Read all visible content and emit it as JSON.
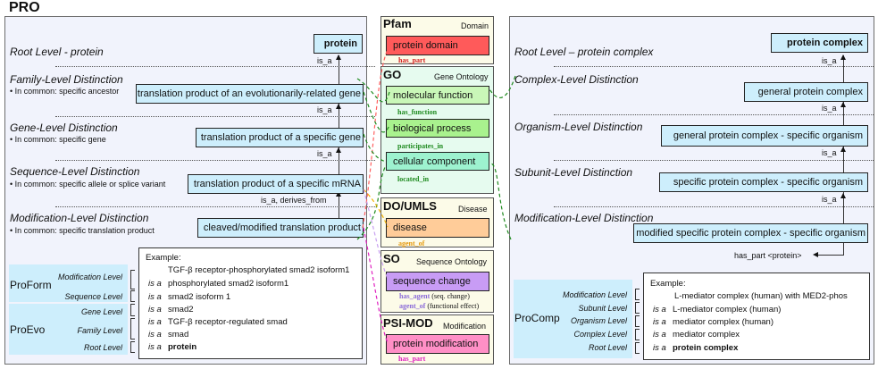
{
  "title": "PRO",
  "pro": {
    "levels": [
      {
        "title": "Root Level - protein",
        "sub": ""
      },
      {
        "title": "Family-Level Distinction",
        "sub": "• In common: specific ancestor"
      },
      {
        "title": "Gene-Level Distinction",
        "sub": "• In common: specific gene"
      },
      {
        "title": "Sequence-Level Distinction",
        "sub": "• In common: specific allele or splice variant"
      },
      {
        "title": "Modification-Level Distinction",
        "sub": "• In common: specific translation product"
      }
    ],
    "nodes": [
      "protein",
      "translation product of an evolutionarily-related gene",
      "translation product of a specific gene",
      "translation product of a specific mRNA",
      "cleaved/modified translation product"
    ],
    "relations": [
      "is_a",
      "is_a",
      "is_a",
      "is_a, derives_from"
    ],
    "bands": {
      "proform": "ProForm",
      "proevo": "ProEvo",
      "levels": [
        "Modification Level",
        "Sequence Level",
        "Gene Level",
        "Family Level",
        "Root Level"
      ]
    },
    "example": {
      "heading": "Example:",
      "isa": "is a",
      "lines": [
        "TGF-β receptor-phosphorylated smad2 isoform1",
        "phosphorylated smad2 isoform1",
        "smad2 isoform 1",
        "smad2",
        "TGF-β receptor-regulated smad",
        "smad",
        "protein"
      ]
    }
  },
  "external": {
    "pfam": {
      "title": "Pfam",
      "sub": "Domain",
      "node": "protein domain",
      "rel": "has_part",
      "color": "#ff5a5a"
    },
    "go": {
      "title": "GO",
      "sub": "Gene Ontology",
      "nodes": [
        "molecular function",
        "biological process",
        "cellular component"
      ],
      "rels": [
        "has_function",
        "participates_in",
        "located_in"
      ]
    },
    "do": {
      "title": "DO/UMLS",
      "sub": "Disease",
      "node": "disease",
      "rel": "agent_of",
      "color": "#ffcc99"
    },
    "so": {
      "title": "SO",
      "sub": "Sequence Ontology",
      "node": "sequence change",
      "rel1": "has_agent",
      "rel1_note": "(seq. change)",
      "rel2": "agent_of",
      "rel2_note": "(functional effect)",
      "color": "#c89cf5"
    },
    "psimod": {
      "title": "PSI-MOD",
      "sub": "Modification",
      "node": "protein modification",
      "rel": "has_part",
      "color": "#ff8fc6"
    }
  },
  "complex": {
    "levels": [
      "Root Level – protein complex",
      "Complex-Level Distinction",
      "Organism-Level Distinction",
      "Subunit-Level Distinction",
      "Modification-Level Distinction"
    ],
    "nodes": [
      "protein complex",
      "general protein complex",
      "general protein complex - specific organism",
      "specific protein complex - specific organism",
      "modified specific protein complex - specific organism"
    ],
    "relations": [
      "is_a",
      "is_a",
      "is_a",
      "is_a"
    ],
    "has_part": "has_part <protein>",
    "band": {
      "label": "ProComp",
      "levels": [
        "Modification Level",
        "Subunit Level",
        "Organism Level",
        "Complex Level",
        "Root Level"
      ]
    },
    "example": {
      "heading": "Example:",
      "isa": "is a",
      "lines": [
        "L-mediator complex (human) with MED2-phos",
        "L-mediator complex (human)",
        "mediator complex (human)",
        "mediator complex",
        "protein complex"
      ]
    }
  }
}
